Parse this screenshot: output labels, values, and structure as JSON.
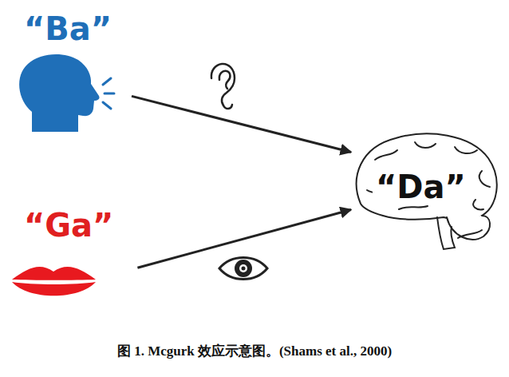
{
  "diagram": {
    "caption": "图 1. Mcgurk 效应示意图。(Shams et al., 2000)",
    "nodes": [
      {
        "text": [
          "“Ba”"
        ]
      },
      {
        "text": [
          "“Ga”"
        ]
      },
      {
        "text": [
          "“Da”"
        ]
      }
    ],
    "edges": [
      {
        "from": 0,
        "to": 2,
        "arrow": "to"
      },
      {
        "from": 1,
        "to": 2,
        "arrow": "to"
      }
    ]
  }
}
